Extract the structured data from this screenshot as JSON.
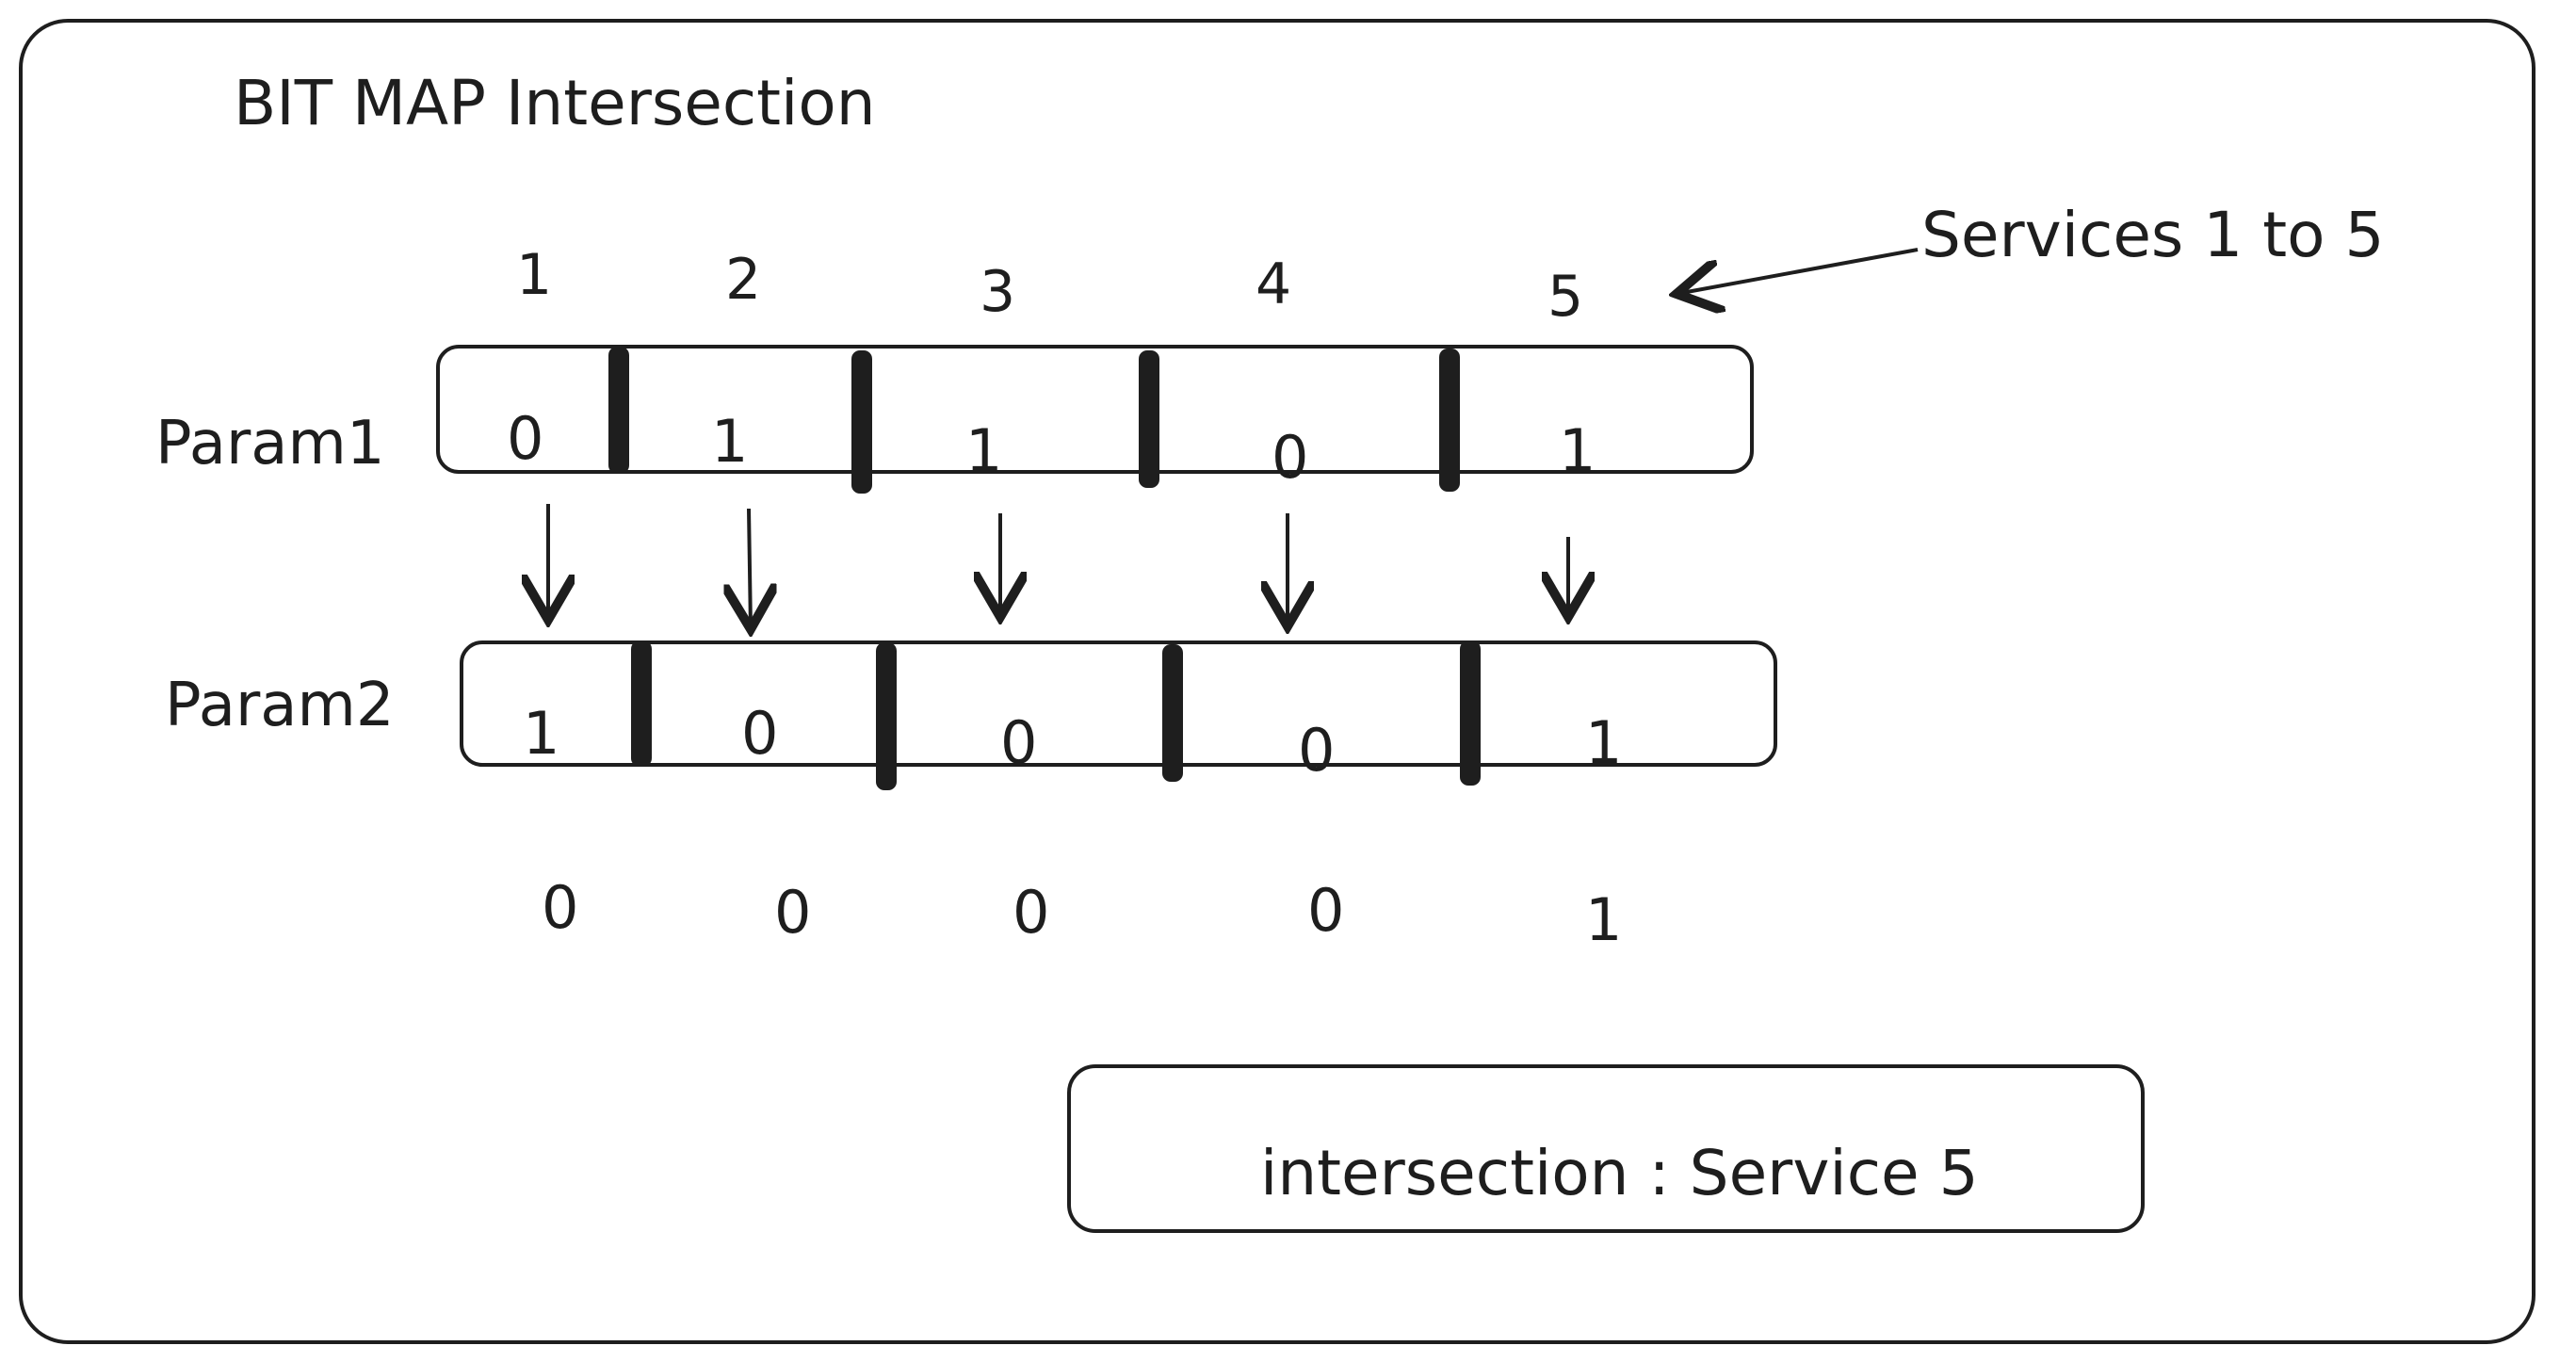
{
  "title": "BIT MAP Intersection",
  "services_label": "Services 1 to 5",
  "service_numbers": [
    "1",
    "2",
    "3",
    "4",
    "5"
  ],
  "rows": [
    {
      "label": "Param1",
      "bits": [
        "0",
        "1",
        "1",
        "0",
        "1"
      ]
    },
    {
      "label": "Param2",
      "bits": [
        "1",
        "0",
        "0",
        "0",
        "1"
      ]
    }
  ],
  "result_bits": [
    "0",
    "0",
    "0",
    "0",
    "1"
  ],
  "intersection_text": "intersection : Service 5"
}
